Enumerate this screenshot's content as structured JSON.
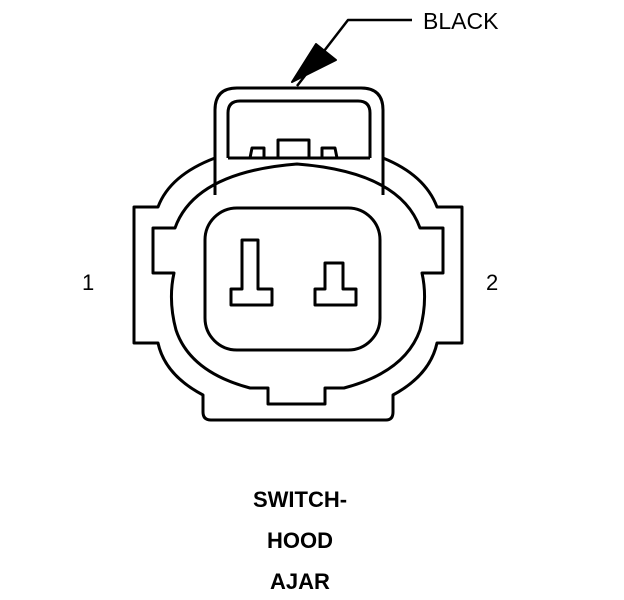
{
  "connector": {
    "color_label": "BLACK",
    "pin_left": "1",
    "pin_right": "2"
  },
  "caption": {
    "line1": "SWITCH-",
    "line2": "HOOD",
    "line3": "AJAR"
  },
  "colors": {
    "stroke": "#000000",
    "background": "#ffffff"
  }
}
